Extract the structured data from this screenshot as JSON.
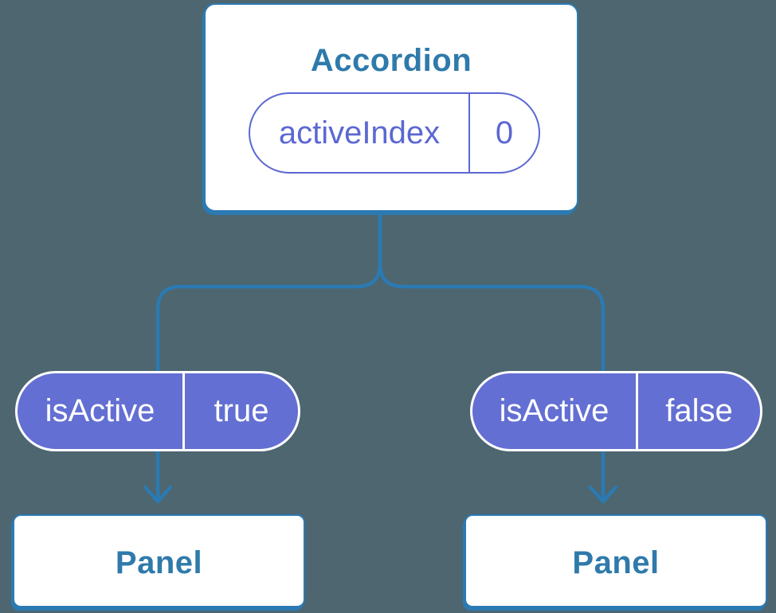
{
  "colors": {
    "background": "#4d6670",
    "connector_blue": "#2b7ab3",
    "title_blue": "#2f7aab",
    "pill_purple_fill": "#636fd2",
    "pill_purple_border": "#5b68d2",
    "card_white": "#ffffff"
  },
  "diagram": {
    "root": {
      "title": "Accordion",
      "state": {
        "name": "activeIndex",
        "value": "0"
      }
    },
    "children": [
      {
        "prop": {
          "name": "isActive",
          "value": "true"
        },
        "title": "Panel"
      },
      {
        "prop": {
          "name": "isActive",
          "value": "false"
        },
        "title": "Panel"
      }
    ],
    "icons": {
      "connector_arrow": "arrow-down-icon"
    }
  }
}
